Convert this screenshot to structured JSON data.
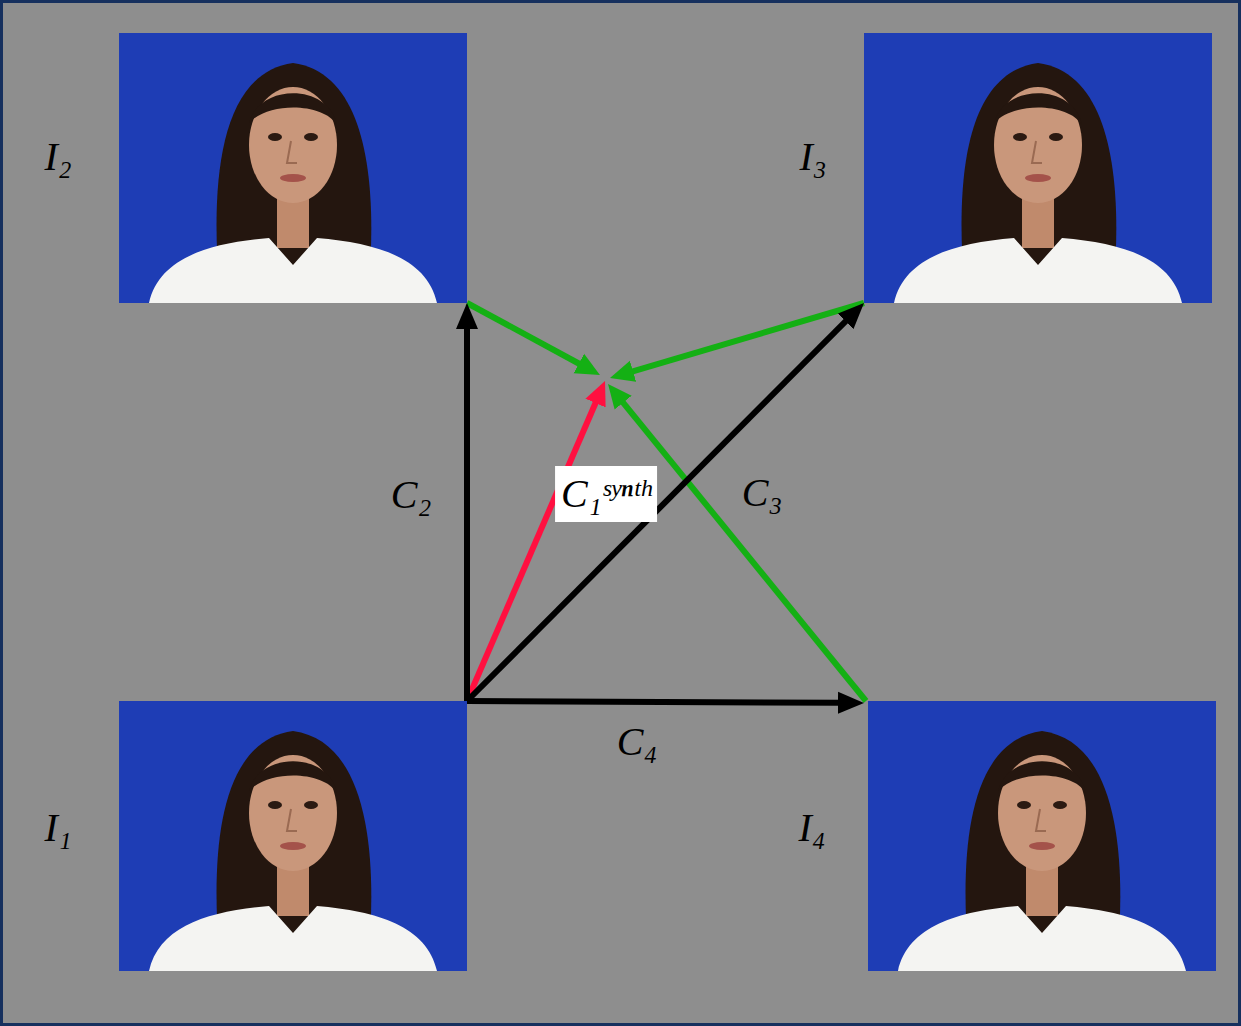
{
  "diagram": {
    "nodes": [
      {
        "text": [
          "I₂"
        ]
      },
      {
        "text": [
          "I₃"
        ]
      },
      {
        "text": [
          "I₁"
        ]
      },
      {
        "text": [
          "I₄"
        ]
      }
    ],
    "edges": [
      {
        "from": 2,
        "to": 0,
        "arrow": "to",
        "label": "C₂"
      },
      {
        "from": 2,
        "to": 1,
        "arrow": "to",
        "label": "C₃"
      },
      {
        "from": 2,
        "to": 3,
        "arrow": "to",
        "label": "C₄"
      }
    ],
    "labels": [
      "C₁ˢʸⁿᵗʰ"
    ]
  }
}
